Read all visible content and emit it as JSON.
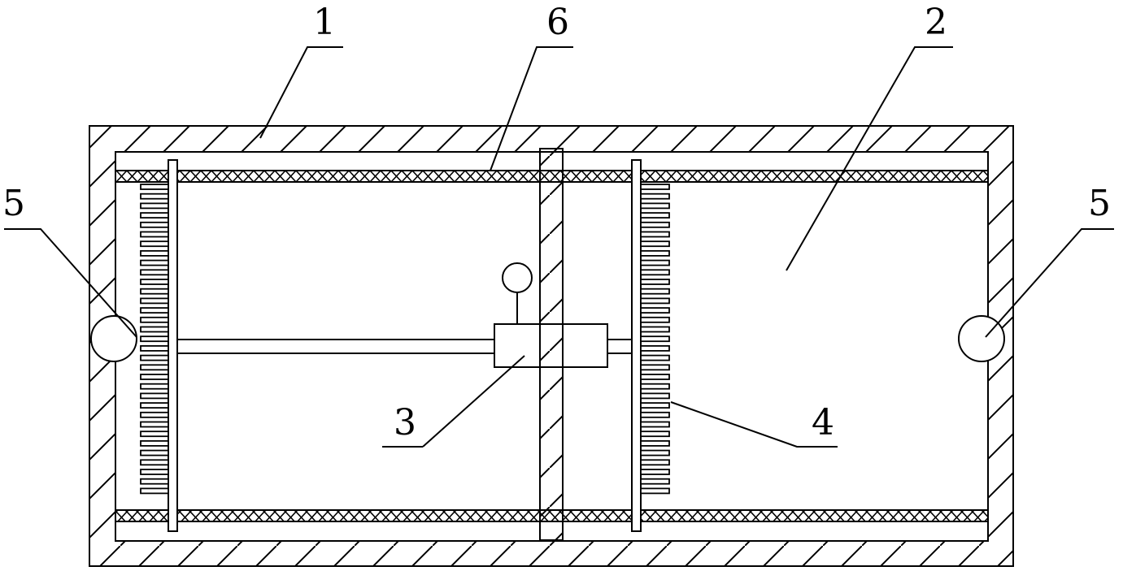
{
  "figure": {
    "labels": [
      {
        "id": "1",
        "text": "1"
      },
      {
        "id": "2",
        "text": "2"
      },
      {
        "id": "3",
        "text": "3"
      },
      {
        "id": "4",
        "text": "4"
      },
      {
        "id": "5-left",
        "text": "5"
      },
      {
        "id": "5-right",
        "text": "5"
      },
      {
        "id": "6",
        "text": "6"
      }
    ],
    "colors": {
      "line": "#000000",
      "background": "#ffffff"
    }
  }
}
